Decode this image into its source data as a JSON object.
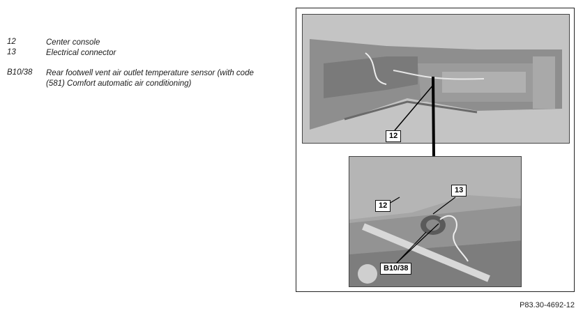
{
  "legend": [
    {
      "code": "12",
      "text": "Center console"
    },
    {
      "code": "13",
      "text": "Electrical connector"
    },
    {
      "code": "B10/38",
      "text": "Rear footwell vent air outlet temperature sensor (with code (581) Comfort automatic air conditioning)"
    }
  ],
  "figure": {
    "top_callouts": [
      "12"
    ],
    "bottom_callouts": [
      "12",
      "13",
      "B10/38"
    ],
    "figure_id": "P83.30-4692-12"
  }
}
